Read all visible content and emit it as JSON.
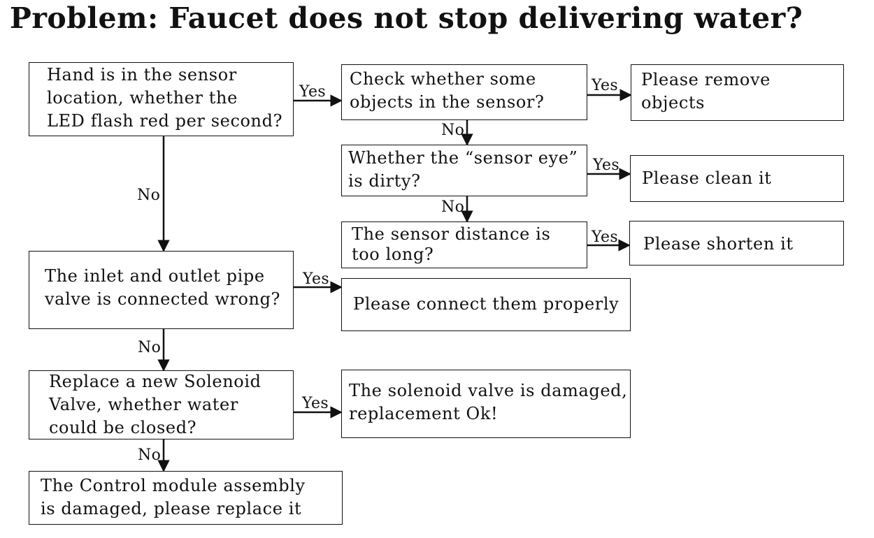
{
  "title": "Problem: Faucet does not stop delivering water?",
  "nodes": {
    "q_led": "Hand is in the sensor\nlocation, whether the\nLED flash red per second?",
    "q_objects": "Check whether some\nobjects in the sensor?",
    "a_remove": "Please remove\nobjects",
    "q_dirty": "Whether the “sensor eye”\nis dirty?",
    "a_clean": "Please clean it",
    "q_distance": "The sensor distance is\ntoo long?",
    "a_shorten": "Please shorten it",
    "q_pipe": "The inlet and outlet pipe\nvalve is connected wrong?",
    "a_connect": "Please connect them properly",
    "q_solenoid": "Replace a new Solenoid\nValve, whether water\ncould be closed?",
    "a_solenoid": "The solenoid valve is damaged,\nreplacement Ok!",
    "a_module": "The Control module assembly\nis damaged, please replace it"
  },
  "labels": {
    "yes": "Yes",
    "no": "No"
  }
}
